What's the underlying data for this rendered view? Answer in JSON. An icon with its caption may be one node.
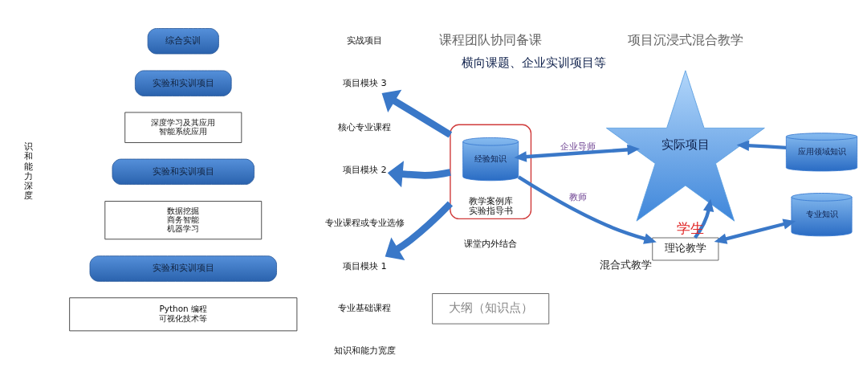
{
  "diagram": {
    "nodes": [
      {
        "text": [
          "综合实训"
        ]
      },
      {
        "text": [
          "实验和实训项目"
        ]
      },
      {
        "text": [
          "深度学习及其应用",
          "智能系统应用"
        ]
      },
      {
        "text": [
          "实验和实训项目"
        ]
      },
      {
        "text": [
          "数据挖掘",
          "商务智能",
          "机器学习"
        ]
      },
      {
        "text": [
          "实验和实训项目"
        ]
      },
      {
        "text": [
          "Python 编程",
          "可视化技术等"
        ]
      },
      {
        "text": [
          "项目模块 3"
        ]
      },
      {
        "text": [
          "项目模块 2"
        ]
      },
      {
        "text": [
          "项目模块 1"
        ]
      },
      {
        "text": [
          "教学案例库",
          "实验指导书"
        ]
      },
      {
        "text": [
          "经验知识"
        ],
        "in": 10
      },
      {
        "text": [
          "实际项目"
        ],
        "beside": [
          "横向课题、企业实训项目等"
        ]
      },
      {
        "text": [
          "应用领域知识"
        ]
      },
      {
        "text": [
          "理论教学"
        ],
        "beside": [
          "混合式教学"
        ]
      },
      {
        "text": [
          "专业知识"
        ]
      },
      {
        "text": [
          "大纲（知识点）"
        ]
      }
    ],
    "edges": [
      {
        "from": 10,
        "to": 7,
        "arrow": "to",
        "style": "thick"
      },
      {
        "from": 10,
        "to": 8,
        "arrow": "to",
        "style": "thick"
      },
      {
        "from": 10,
        "to": 9,
        "arrow": "to",
        "style": "thick"
      },
      {
        "from": 11,
        "to": 12,
        "arrow": "both",
        "label": "企业导师"
      },
      {
        "from": 13,
        "to": 12,
        "arrow": "to"
      },
      {
        "from": 11,
        "to": 14,
        "arrow": "to",
        "label": "教师"
      },
      {
        "from": 14,
        "to": 12,
        "arrow": "to",
        "label": "学生"
      },
      {
        "from": 14,
        "to": 15,
        "arrow": "both"
      }
    ],
    "labels": [
      "识和能力深度",
      "实战项目",
      "课程团队协同备课",
      "项目沉浸式混合教学",
      "核心专业课程",
      "课堂内外结合",
      "专业课程或专业选修",
      "专业基础课程",
      "知识和能力宽度"
    ]
  }
}
